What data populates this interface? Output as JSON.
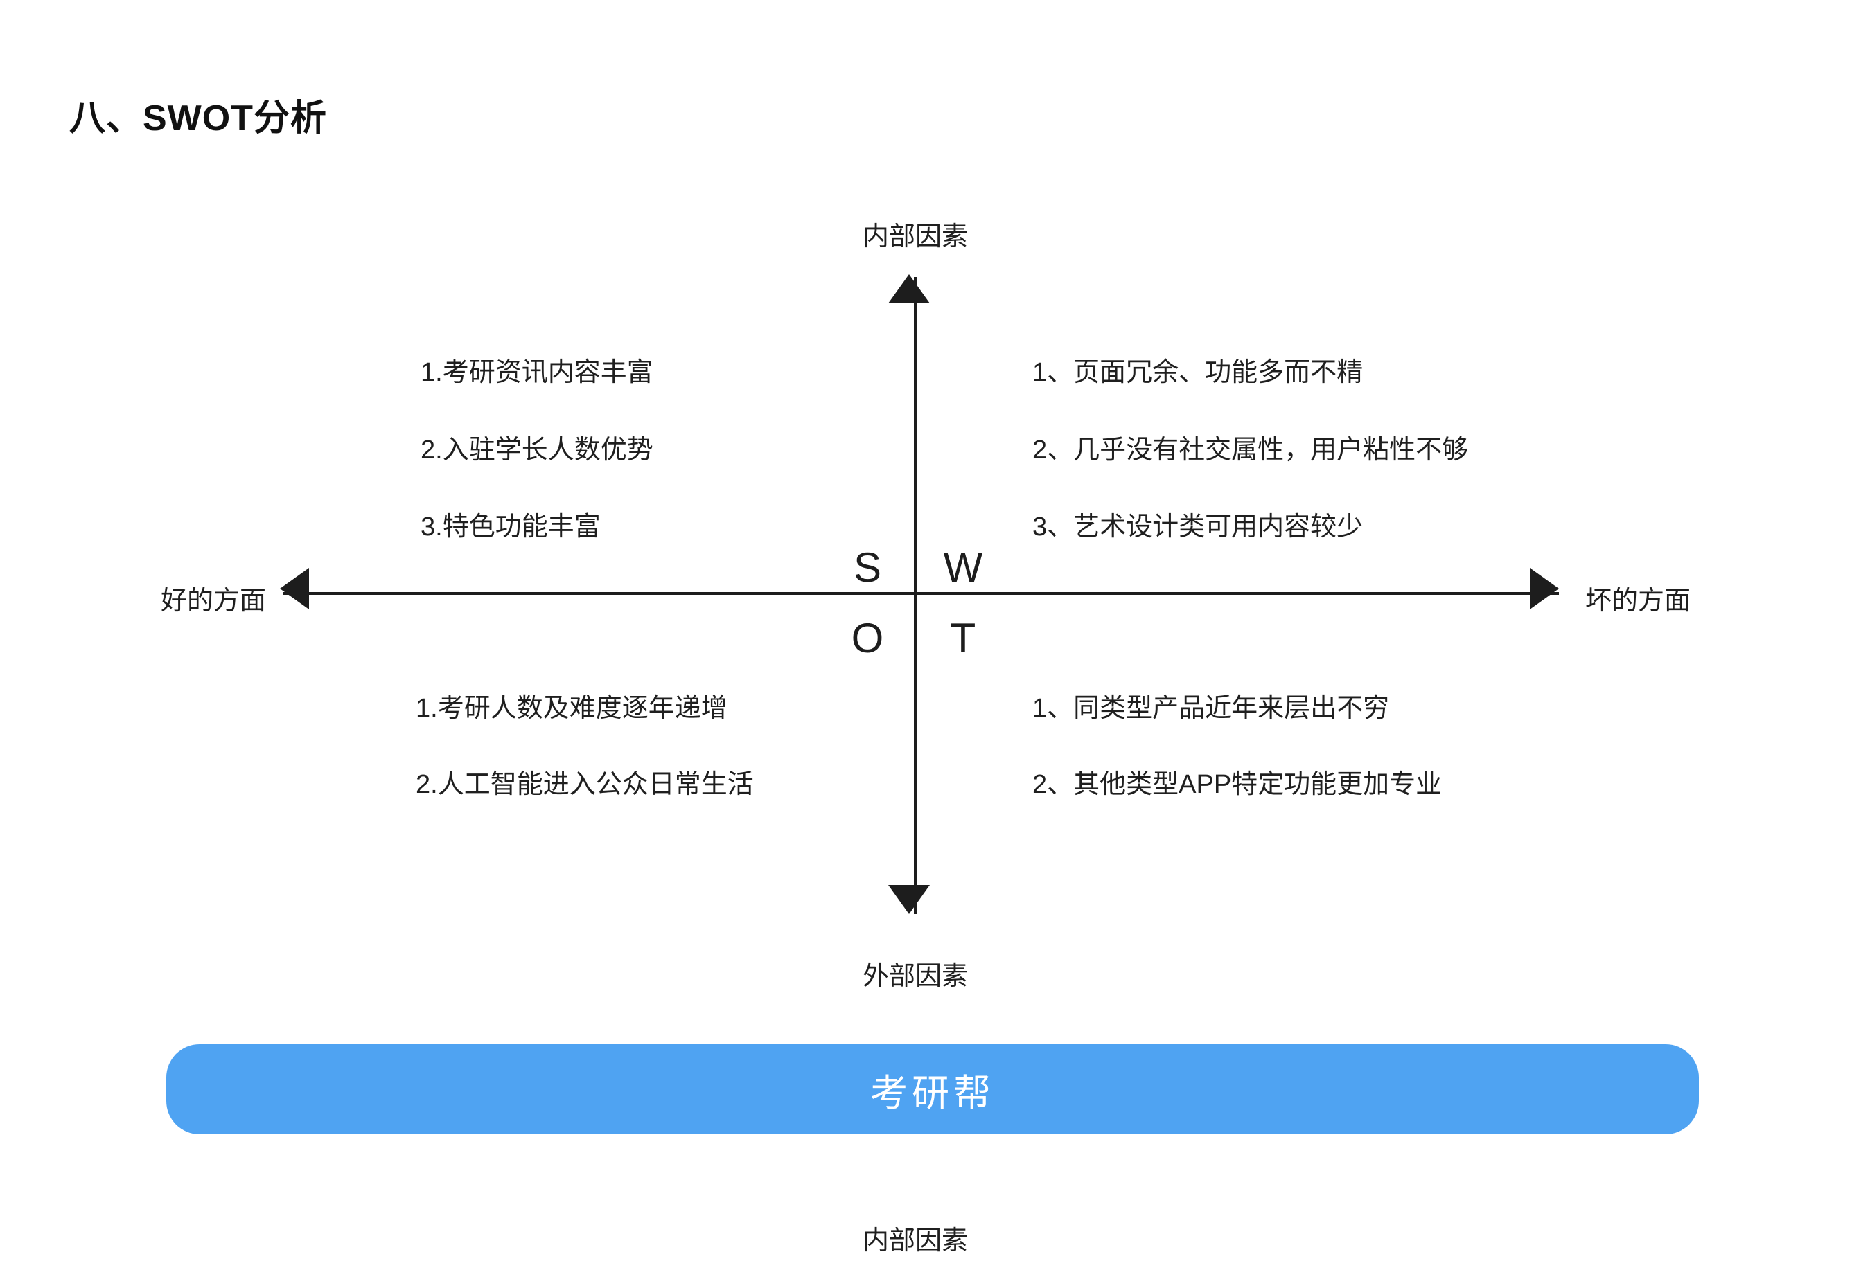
{
  "page": {
    "title": "八、SWOT分析"
  },
  "diagram": {
    "axes": {
      "top_label": "内部因素",
      "bottom_label": "外部因素",
      "left_label": "好的方面",
      "right_label": "坏的方面",
      "arrow_up": "arrow-up-icon",
      "arrow_down": "arrow-down-icon",
      "arrow_left": "arrow-left-icon",
      "arrow_right": "arrow-right-icon"
    },
    "letters": {
      "s": "S",
      "w": "W",
      "o": "O",
      "t": "T"
    },
    "quadrants": {
      "strengths": [
        "1.考研资讯内容丰富",
        "2.入驻学长人数优势",
        "3.特色功能丰富"
      ],
      "weaknesses": [
        "1、页面冗余、功能多而不精",
        "2、几乎没有社交属性，用户粘性不够",
        "3、艺术设计类可用内容较少"
      ],
      "opportunities": [
        "1.考研人数及难度逐年递增",
        "2.人工智能进入公众日常生活"
      ],
      "threats": [
        "1、同类型产品近年来层出不穷",
        "2、其他类型APP特定功能更加专业"
      ]
    }
  },
  "banner": {
    "label": "考研帮",
    "color": "#4fa3f2",
    "text_color": "#ffffff"
  },
  "footer": {
    "caption": "内部因素"
  }
}
